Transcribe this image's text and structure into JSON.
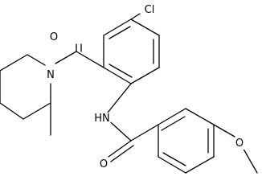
{
  "molecule": {
    "atom_labels": {
      "chlorine": "Cl",
      "carbonyl_oxygen_top": "O",
      "ring_nitrogen": "N",
      "amide_nh": "HN",
      "carbonyl_oxygen_bottom": "O",
      "methoxy_oxygen": "O"
    },
    "colors": {
      "bond": "#000000",
      "label": "#000000",
      "background": "#ffffff"
    }
  }
}
